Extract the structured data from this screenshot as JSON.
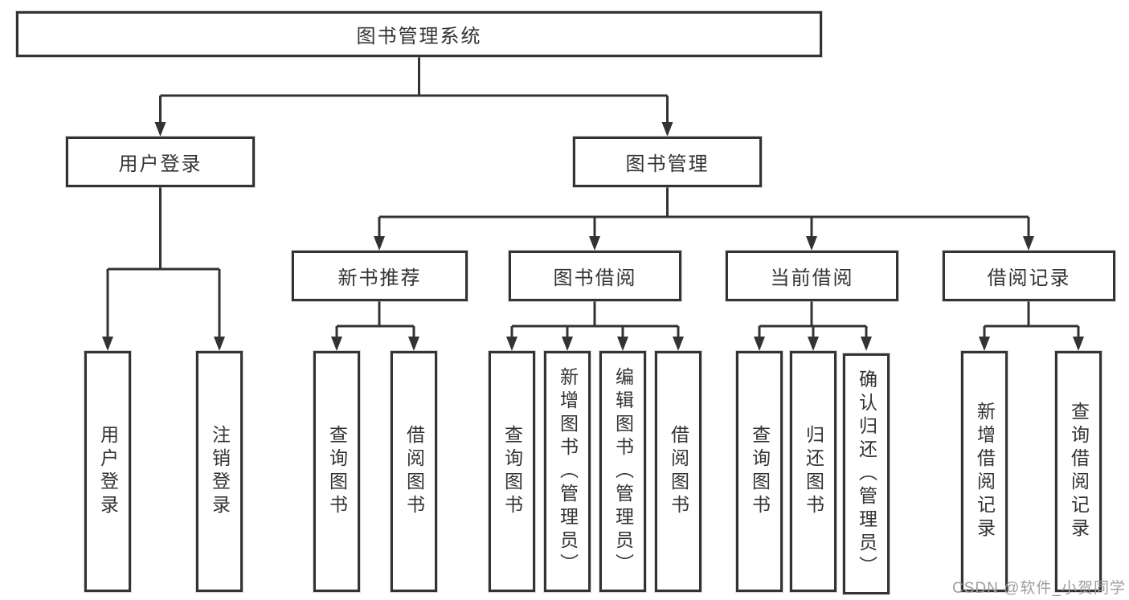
{
  "title": "图书管理系统",
  "tree": {
    "label": "图书管理系统",
    "children": [
      {
        "label": "用户登录",
        "children": [
          {
            "label": "用户登录"
          },
          {
            "label": "注销登录"
          }
        ]
      },
      {
        "label": "图书管理",
        "children": [
          {
            "label": "新书推荐",
            "children": [
              {
                "label": "查询图书"
              },
              {
                "label": "借阅图书"
              }
            ]
          },
          {
            "label": "图书借阅",
            "children": [
              {
                "label": "查询图书"
              },
              {
                "label": "新增图书（管理员）"
              },
              {
                "label": "编辑图书（管理员）"
              },
              {
                "label": "借阅图书"
              }
            ]
          },
          {
            "label": "当前借阅",
            "children": [
              {
                "label": "查询图书"
              },
              {
                "label": "归还图书"
              },
              {
                "label": "确认归还（管理员）"
              }
            ]
          },
          {
            "label": "借阅记录",
            "children": [
              {
                "label": "新增借阅记录"
              },
              {
                "label": "查询借阅记录"
              }
            ]
          }
        ]
      }
    ]
  },
  "watermark": {
    "text": "CSDN @软件_小贺同学"
  },
  "colors": {
    "line": "#333333",
    "box_border": "#333333",
    "box_background": "#ffffff",
    "text": "#333333",
    "watermark_text": "#9e9e9e",
    "page_background": "#ffffff"
  }
}
